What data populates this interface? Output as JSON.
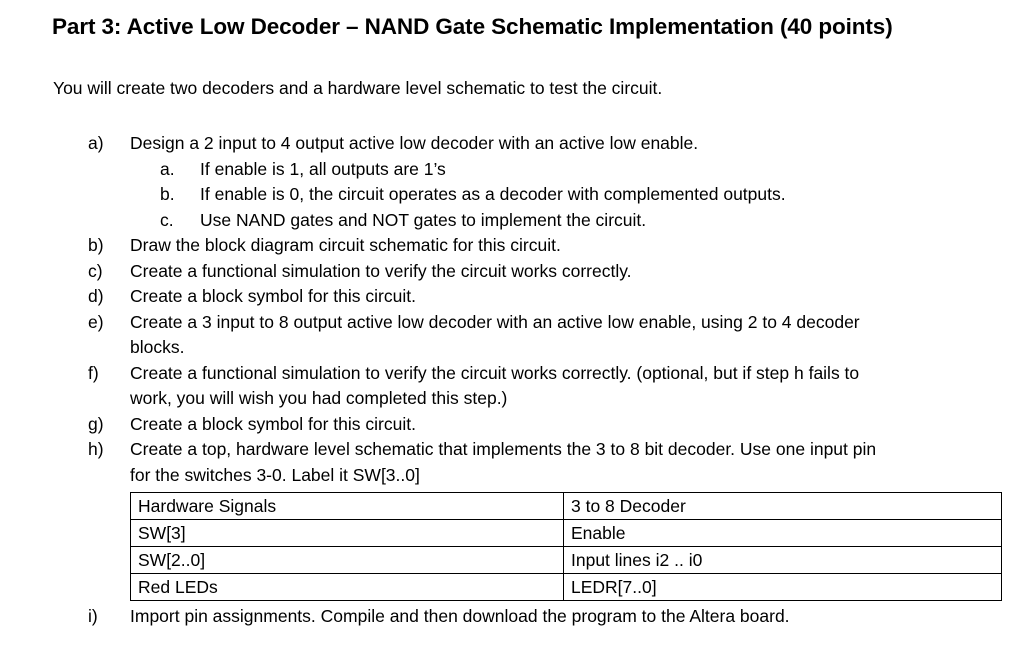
{
  "document": {
    "title": "Part 3: Active Low Decoder – NAND Gate Schematic Implementation (40 points)",
    "intro": "You will create two decoders and a hardware level schematic to test the circuit.",
    "items": [
      {
        "marker": "a)",
        "text": "Design a 2 input to 4 output active low decoder with an active low enable.",
        "subitems": [
          {
            "marker": "a.",
            "text": "If enable is 1, all outputs are 1’s"
          },
          {
            "marker": "b.",
            "text": "If enable is 0, the circuit operates as a decoder with complemented outputs."
          },
          {
            "marker": "c.",
            "text": "Use NAND gates and NOT gates to implement the circuit."
          }
        ]
      },
      {
        "marker": "b)",
        "text": "Draw the block diagram circuit schematic for this circuit."
      },
      {
        "marker": "c)",
        "text": "Create a functional simulation to verify the circuit works correctly."
      },
      {
        "marker": "d)",
        "text": "Create a block symbol for this circuit."
      },
      {
        "marker": "e)",
        "text": "Create a 3 input to 8 output active low decoder with an active low enable, using 2 to 4 decoder",
        "cont": "blocks."
      },
      {
        "marker": "f)",
        "text": "Create a functional simulation to verify the circuit works correctly. (optional, but if step h fails to",
        "cont": "work, you will wish you had completed this step.)"
      },
      {
        "marker": "g)",
        "text": "Create a block symbol for this circuit."
      },
      {
        "marker": "h)",
        "text": "Create a top, hardware level schematic that implements the 3 to 8 bit decoder.  Use one input pin",
        "cont": "for the switches 3-0. Label it SW[3..0]"
      },
      {
        "marker": "i)",
        "text": "Import pin assignments. Compile and then download the program to the Altera board."
      }
    ]
  },
  "table": {
    "headers": [
      "Hardware Signals",
      "3 to 8 Decoder"
    ],
    "rows": [
      [
        "SW[3]",
        "Enable"
      ],
      [
        "SW[2..0]",
        "Input lines i2 .. i0"
      ],
      [
        "Red LEDs",
        "LEDR[7..0]"
      ]
    ]
  }
}
